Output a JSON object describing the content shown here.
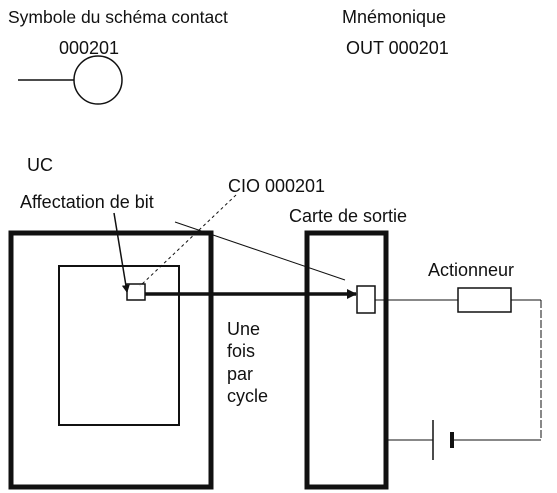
{
  "header": {
    "symbol_caption": "Symbole du schéma contact",
    "symbol_address": "000201",
    "mnemonic_caption": "Mnémonique",
    "mnemonic_value": "OUT 000201"
  },
  "diagram": {
    "cpu_label": "UC",
    "bit_assignment_label": "Affectation de bit",
    "cio_label": "CIO 000201",
    "output_card_label": "Carte de sortie",
    "actuator_label": "Actionneur",
    "cycle_label_line1": "Une",
    "cycle_label_line2": "fois",
    "cycle_label_line3": "par",
    "cycle_label_line4": "cycle"
  }
}
